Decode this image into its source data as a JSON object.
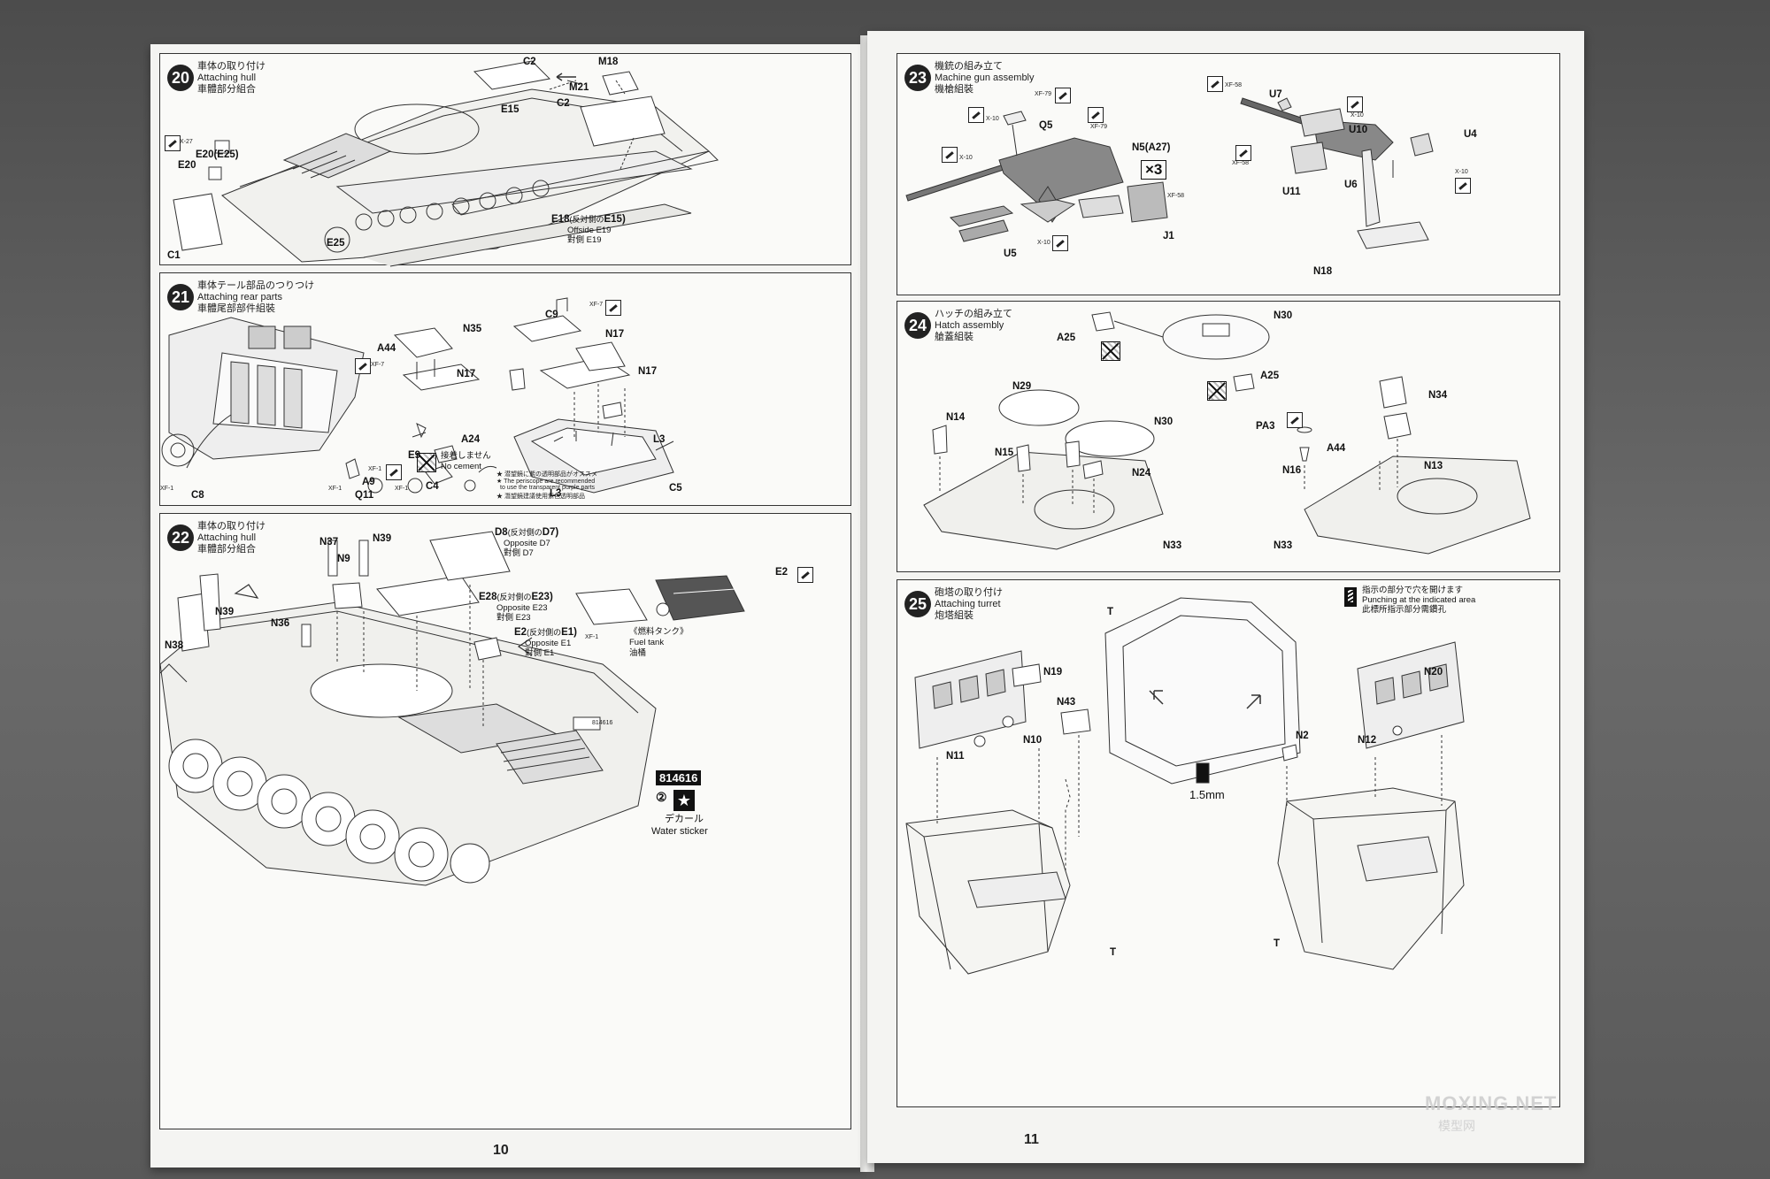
{
  "page_numbers": {
    "left": "10",
    "right": "11"
  },
  "paint_codes": {
    "x10": "X-10",
    "x27": "X-27",
    "xf1": "XF-1",
    "xf7": "XF-7",
    "xf58": "XF-58",
    "xf79": "XF-79"
  },
  "step20": {
    "num": "20",
    "title_jp": "車体の取り付け",
    "title_en": "Attaching hull",
    "title_cn": "車體部分組合",
    "labels": {
      "c2a": "C2",
      "c2b": "C2",
      "m18": "M18",
      "m21": "M21",
      "e15": "E15",
      "e20_25": "E20(E25)",
      "e20": "E20",
      "e25": "E25",
      "c1": "C1",
      "e18": "E18",
      "e18_opp": "(反対側の",
      "e15b": "E15",
      "e18_close": ")",
      "offside": "Offside E19",
      "opp_cn": "對側 E19"
    }
  },
  "step21": {
    "num": "21",
    "title_jp": "車体テール部品のつりつけ",
    "title_en": "Attaching rear parts",
    "title_cn": "車體尾部部件組裝",
    "labels": {
      "n35": "N35",
      "a44": "A44",
      "n17a": "N17",
      "c9": "C9",
      "n17b": "N17",
      "n17c": "N17",
      "a24": "A24",
      "l3a": "L3",
      "l3b": "L3",
      "c5": "C5",
      "e9": "E9",
      "a9": "A9",
      "q11": "Q11",
      "c4": "C4",
      "c8": "C8"
    },
    "no_cement_jp": "接着しません",
    "no_cement_en": "No cement",
    "note_jp": "★ 潜望鏡に紫の透明部品がオススメ",
    "note_en1": "★ The periscope are recommended",
    "note_en2": "to use the transparent purple parts",
    "note_cn": "★ 潛望鏡建議使用紫色透明部品"
  },
  "step22": {
    "num": "22",
    "title_jp": "車体の取り付け",
    "title_en": "Attaching hull",
    "title_cn": "車體部分組合",
    "labels": {
      "n37": "N37",
      "n39a": "N39",
      "n9": "N9",
      "n39b": "N39",
      "n38": "N38",
      "n36": "N36",
      "d8": "D8",
      "d8_jp": "(反対側の",
      "d7": "D7",
      "close": ")",
      "opp_d7": "Opposite D7",
      "cn_d7": "對側 D7",
      "e28": "E28",
      "e28_jp": "(反対側の",
      "e23": "E23",
      "opp_e23": "Opposite E23",
      "cn_e23": "對側 E23",
      "e2a": "E2",
      "e2_jp": "(反対側の",
      "e1": "E1",
      "opp_e1": "Opposite E1",
      "cn_e1": "對側 E1",
      "e2b": "E2",
      "tank_jp": "《燃料タンク》",
      "tank_en": "Fuel tank",
      "tank_cn": "油桶",
      "decal_num": "814616",
      "decal_circle": "②",
      "decal_jp": "デカール",
      "decal_en": "Water sticker",
      "hull_marking": "814616"
    }
  },
  "step23": {
    "num": "23",
    "title_jp": "機銃の組み立て",
    "title_en": "Machine gun assembly",
    "title_cn": "機槍組裝",
    "labels": {
      "q5": "Q5",
      "n5": "N5(A27)",
      "u5": "U5",
      "j1": "J1",
      "times": "×3",
      "u7": "U7",
      "u10": "U10",
      "u4": "U4",
      "u11": "U11",
      "u6": "U6",
      "n18": "N18"
    }
  },
  "step24": {
    "num": "24",
    "title_jp": "ハッチの組み立て",
    "title_en": "Hatch assembly",
    "title_cn": "艙蓋組裝",
    "labels": {
      "n30a": "N30",
      "a25a": "A25",
      "a25b": "A25",
      "n29": "N29",
      "n14": "N14",
      "n30b": "N30",
      "n15": "N15",
      "n24": "N24",
      "n33a": "N33",
      "n34": "N34",
      "pa3": "PA3",
      "a44": "A44",
      "n13": "N13",
      "n16": "N16",
      "n33b": "N33"
    }
  },
  "step25": {
    "num": "25",
    "title_jp": "砲塔の取り付け",
    "title_en": "Attaching turret",
    "title_cn": "炮塔組裝",
    "punch_jp": "指示の部分で穴を開けます",
    "punch_en": "Punching at the indicated area",
    "punch_cn": "此標所指示部分需鑽孔",
    "labels": {
      "t_top": "T",
      "n19": "N19",
      "n43": "N43",
      "n10": "N10",
      "n11": "N11",
      "t_left": "T",
      "mm": "1.5mm",
      "n20": "N20",
      "n2": "N2",
      "n12": "N12",
      "t_right": "T"
    }
  },
  "watermark": {
    "main": "MOXING.NET",
    "sub": "模型网"
  }
}
